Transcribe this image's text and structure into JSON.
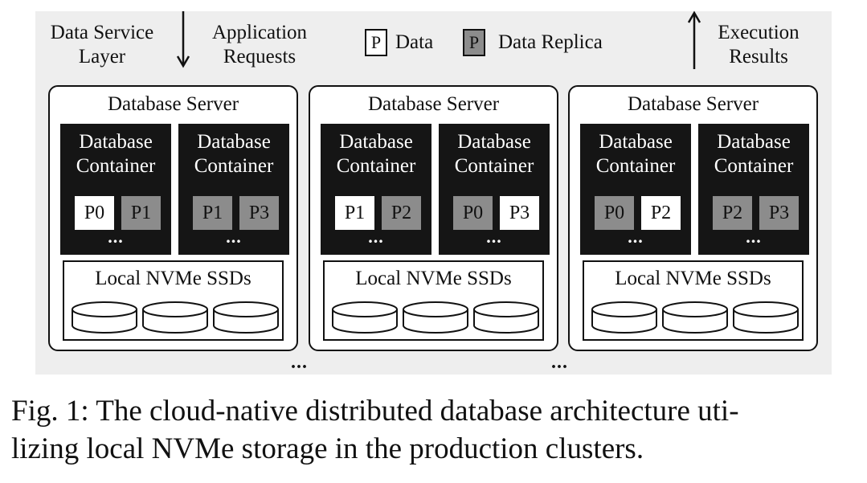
{
  "header": {
    "left_label_lines": [
      "Data Service",
      "Layer"
    ],
    "request_label_lines": [
      "Application",
      "Requests"
    ],
    "result_label_lines": [
      "Execution",
      "Results"
    ]
  },
  "legend": {
    "data": {
      "symbol": "P",
      "label": "Data"
    },
    "replica": {
      "symbol": "P",
      "label": "Data Replica"
    }
  },
  "servers": [
    {
      "title": "Database Server",
      "containers": [
        {
          "title_lines": [
            "Database",
            "Container"
          ],
          "partitions": [
            {
              "label": "P0",
              "kind": "data"
            },
            {
              "label": "P1",
              "kind": "replica"
            }
          ],
          "more": "..."
        },
        {
          "title_lines": [
            "Database",
            "Container"
          ],
          "partitions": [
            {
              "label": "P1",
              "kind": "replica"
            },
            {
              "label": "P3",
              "kind": "replica"
            }
          ],
          "more": "..."
        }
      ],
      "storage": {
        "title": "Local NVMe SSDs",
        "disk_count": 3
      }
    },
    {
      "title": "Database Server",
      "containers": [
        {
          "title_lines": [
            "Database",
            "Container"
          ],
          "partitions": [
            {
              "label": "P1",
              "kind": "data"
            },
            {
              "label": "P2",
              "kind": "replica"
            }
          ],
          "more": "..."
        },
        {
          "title_lines": [
            "Database",
            "Container"
          ],
          "partitions": [
            {
              "label": "P0",
              "kind": "replica"
            },
            {
              "label": "P3",
              "kind": "data"
            }
          ],
          "more": "..."
        }
      ],
      "storage": {
        "title": "Local NVMe SSDs",
        "disk_count": 3
      }
    },
    {
      "title": "Database Server",
      "containers": [
        {
          "title_lines": [
            "Database",
            "Container"
          ],
          "partitions": [
            {
              "label": "P0",
              "kind": "replica"
            },
            {
              "label": "P2",
              "kind": "data"
            }
          ],
          "more": "..."
        },
        {
          "title_lines": [
            "Database",
            "Container"
          ],
          "partitions": [
            {
              "label": "P2",
              "kind": "replica"
            },
            {
              "label": "P3",
              "kind": "replica"
            }
          ],
          "more": "..."
        }
      ],
      "storage": {
        "title": "Local NVMe SSDs",
        "disk_count": 3
      }
    }
  ],
  "between_dots": [
    "...",
    "..."
  ],
  "caption_lines": [
    "Fig. 1: The cloud-native distributed database architecture uti-",
    "lizing local NVMe storage in the production clusters."
  ],
  "colors": {
    "panel": "#eeeeee",
    "container": "#151515",
    "replica": "#8c8c8c",
    "data": "#ffffff"
  }
}
